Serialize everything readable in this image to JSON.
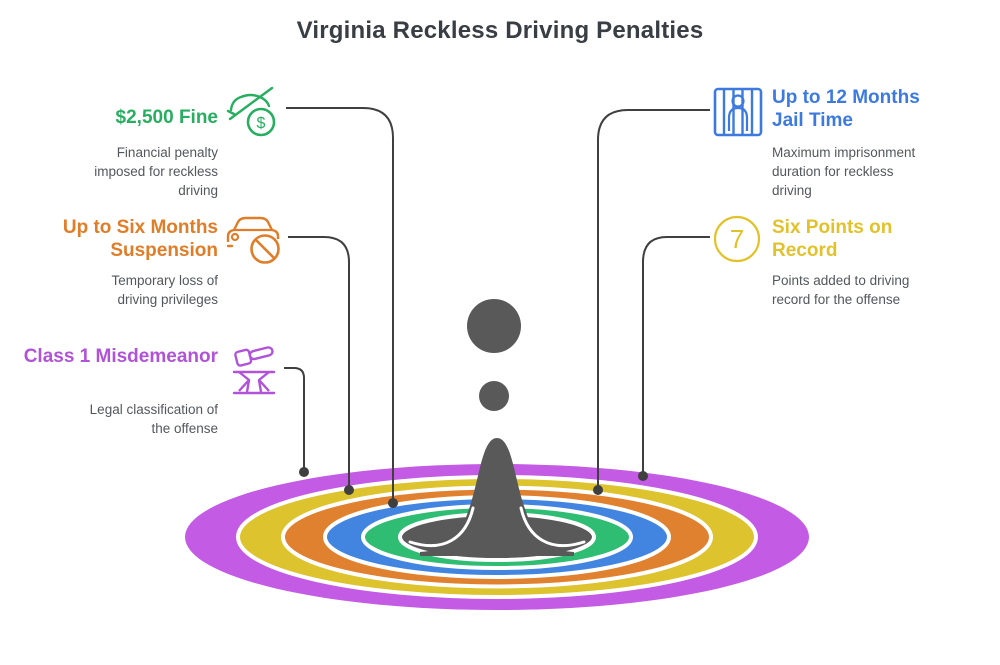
{
  "title": "Virginia Reckless Driving Penalties",
  "items": [
    {
      "id": "fine",
      "heading": "$2,500 Fine",
      "description": "Financial penalty imposed for reckless driving",
      "color": "#27ae60",
      "icon": "fine-money-icon",
      "icon_symbol": "$",
      "side": "left"
    },
    {
      "id": "suspension",
      "heading": "Up to Six Months Suspension",
      "description": "Temporary loss of driving privileges",
      "color": "#e07d28",
      "icon": "car-suspension-icon",
      "side": "left"
    },
    {
      "id": "misdemeanor",
      "heading": "Class 1 Misdemeanor",
      "description": "Legal classification of the offense",
      "color": "#b153d8",
      "icon": "gavel-icon",
      "side": "left"
    },
    {
      "id": "jail",
      "heading": "Up to 12 Months Jail Time",
      "description": "Maximum imprisonment duration for reckless driving",
      "color": "#3d7adf",
      "icon": "jail-bars-icon",
      "side": "right"
    },
    {
      "id": "points",
      "heading": "Six Points on Record",
      "description": "Points added to driving record for the offense",
      "color": "#e2c22b",
      "icon": "seven-badge-icon",
      "badge_number": "7",
      "side": "right"
    }
  ],
  "ripple": {
    "colors": {
      "purple": "#c45be4",
      "yellow": "#ddc32e",
      "orange": "#e0812f",
      "blue": "#4285e0",
      "green": "#2ebd72",
      "gray": "#595959"
    },
    "connector_color": "#3f3f3f"
  }
}
